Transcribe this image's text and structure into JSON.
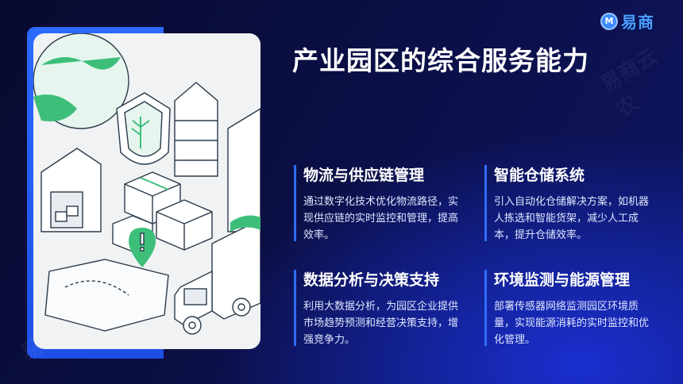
{
  "brand": {
    "badge": "M",
    "name": "易商"
  },
  "title": "产业园区的综合服务能力",
  "watermark": "易商云农",
  "cards": [
    {
      "heading": "物流与供应链管理",
      "text": "通过数字化技术优化物流路径，实现供应链的实时监控和管理，提高效率。"
    },
    {
      "heading": "智能仓储系统",
      "text": "引入自动化仓储解决方案，如机器人拣选和智能货架，减少人工成本，提升仓储效率。"
    },
    {
      "heading": "数据分析与决策支持",
      "text": "利用大数据分析，为园区企业提供市场趋势预测和经营决策支持，增强竞争力。"
    },
    {
      "heading": "环境监测与能源管理",
      "text": "部署传感器网络监测园区环境质量，实现能源消耗的实时监控和优化管理。"
    }
  ],
  "colors": {
    "accent": "#2f6dff",
    "brand": "#4aa0ff",
    "illustration_green": "#3dbf7a"
  }
}
